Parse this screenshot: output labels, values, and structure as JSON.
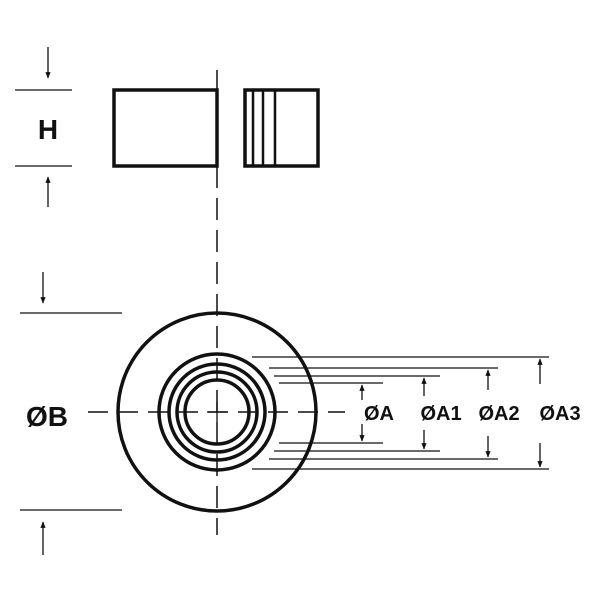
{
  "labels": {
    "height": "H",
    "outer_diameter": "ØB",
    "dia_a": "ØA",
    "dia_a1": "ØA1",
    "dia_a2": "ØA2",
    "dia_a3": "ØA3"
  },
  "colors": {
    "stroke": "#111111",
    "background": "#ffffff"
  }
}
